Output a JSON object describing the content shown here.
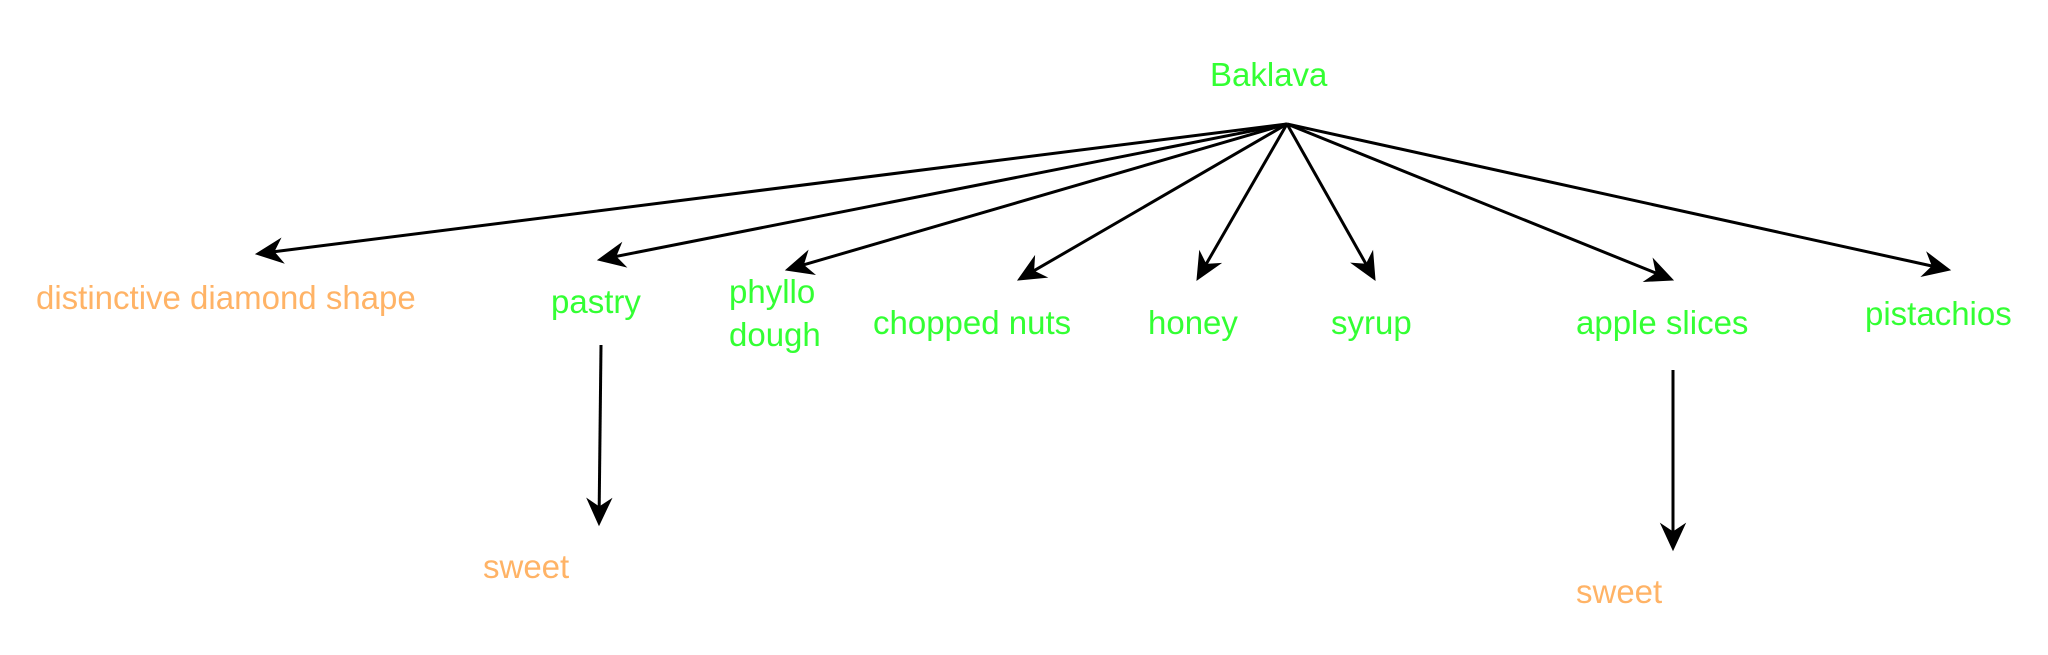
{
  "colors": {
    "primary_node": "#33ff33",
    "secondary_node": "#ffb366",
    "edge": "#000000",
    "background": "#ffffff"
  },
  "nodes": {
    "baklava": "Baklava",
    "distinctive_diamond_shape": "distinctive diamond shape",
    "pastry": "pastry",
    "phyllo_line1": "phyllo",
    "phyllo_line2": "dough",
    "chopped_nuts": "chopped nuts",
    "honey": "honey",
    "syrup": "syrup",
    "apple_slices": "apple slices",
    "pistachios": "pistachios",
    "sweet_pastry": "sweet",
    "sweet_apple": "sweet"
  },
  "edges": [
    {
      "from": "Baklava",
      "to": "distinctive diamond shape"
    },
    {
      "from": "Baklava",
      "to": "pastry"
    },
    {
      "from": "Baklava",
      "to": "phyllo dough"
    },
    {
      "from": "Baklava",
      "to": "chopped nuts"
    },
    {
      "from": "Baklava",
      "to": "honey"
    },
    {
      "from": "Baklava",
      "to": "syrup"
    },
    {
      "from": "Baklava",
      "to": "apple slices"
    },
    {
      "from": "Baklava",
      "to": "pistachios"
    },
    {
      "from": "pastry",
      "to": "sweet"
    },
    {
      "from": "apple slices",
      "to": "sweet"
    }
  ]
}
